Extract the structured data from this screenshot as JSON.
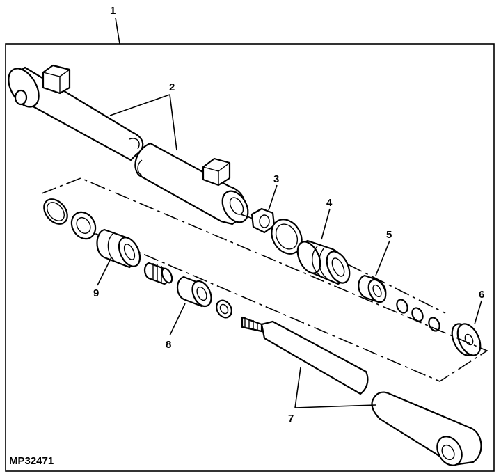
{
  "figure": {
    "reference_code": "MP32471",
    "callouts": [
      "1",
      "2",
      "3",
      "4",
      "5",
      "6",
      "7",
      "8",
      "9"
    ]
  }
}
